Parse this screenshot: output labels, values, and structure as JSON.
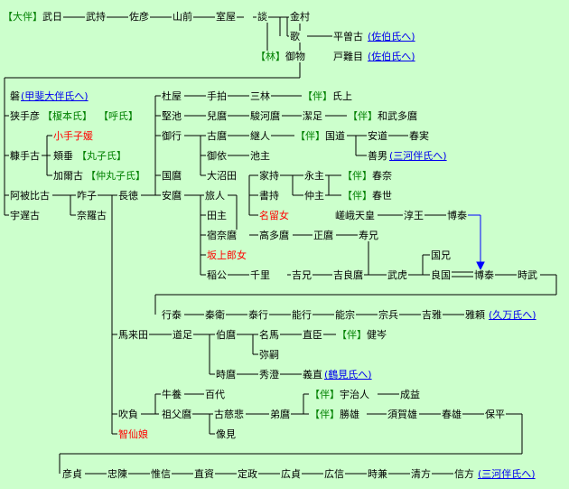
{
  "colors": {
    "background": "#ccffcc",
    "line": "#000000",
    "tag": "#008000",
    "female": "#ff0000",
    "link": "#0000ee",
    "adoption_arrow": "#0000ff"
  },
  "tags": {
    "otomo": "【大伴】",
    "ban": "【伴】",
    "hayashi": "【林】"
  },
  "nodes": {
    "takehi": "武日",
    "taketomo": "武持",
    "sahiko": "佐彦",
    "yamasaki": "山前",
    "muroya": "室屋",
    "dan": "談",
    "kanamura": "金村",
    "uta": "歌",
    "hirasoko": "平曽古",
    "saeki1": "(佐伯氏へ)",
    "mimono": "御物",
    "tomome": "戸難目",
    "saeki2": "(佐伯氏へ)",
    "iwa": "磐",
    "kai": "(甲斐大伴氏へ)",
    "sakateh": "狭手彦",
    "enomoto": "【榎本氏】",
    "yobi": "【呼氏】",
    "nukateko": "糠手古",
    "oteko": "小手子媛",
    "nukatare": "頬垂",
    "maruko": "【丸子氏】",
    "kamako": "加爾古",
    "nakamaruko": "【仲丸子氏】",
    "ahiko": "阿被比古",
    "sakuko": "咋子",
    "nagatoko": "長徳",
    "uchiko": "宇遅古",
    "narako": "奈羅古",
    "kuiya": "杜屋",
    "teshi": "手拍",
    "mihayashi": "三林",
    "ujikami": "氏上",
    "kenkai": "堅池",
    "koyamamaro": "兒麿",
    "surugamaro": "駿河麿",
    "kiyotari": "潔足",
    "watakemaro": "和武多麿",
    "miyuki": "御行",
    "komaro": "古麿",
    "tsuguhito": "継人",
    "kunimichi": "国道",
    "yasumichi": "安道",
    "harumi": "春実",
    "miyori": "御依",
    "ikenushi": "池主",
    "yoshio": "善男",
    "mikawa1": "(三河伴氏へ)",
    "kunimaro": "国麿",
    "onuta": "大沼田",
    "yakamochi": "家持",
    "nagamushi": "永主",
    "haruna": "春奈",
    "yasumaro": "安麿",
    "tabito": "旅人",
    "shonushi": "書持",
    "nakamushi": "仲主",
    "haruyo": "春世",
    "tanushi": "田主",
    "rurime": "名留女",
    "saga": "嵯峨天皇",
    "atsushi": "淳王",
    "hirotai": "博泰",
    "sukunamaro": "宿奈麿",
    "takatamaro": "高多麿",
    "masamaro": "正麿",
    "toshiko": "寿兄",
    "sakanoue": "坂上郎女",
    "kunie": "国兄",
    "inakimi": "稲公",
    "chinushi": "千里",
    "fune": "吉兄",
    "yoshiramaro": "吉良麿",
    "taketora": "武虎",
    "yoshikuni": "良国",
    "hiroyasu": "博泰",
    "tokitake": "時武",
    "yukiyasu": "行泰",
    "morihira": "秦衛",
    "yasuyuki": "泰行",
    "nokoh": "能行",
    "yoshimune": "能宗",
    "munenari": "宗兵",
    "yoshimasa": "吉雅",
    "masayori": "雅頼",
    "kumami": "(久万氏へ)",
    "makuta": "馬来田",
    "michitari": "道足",
    "hakumaro": "伯麿",
    "natetsugu": "名馬",
    "naoe": "直臣",
    "kenshin": "健岑",
    "yatsugu": "弥嗣",
    "tokimaro": "時麿",
    "hidesumi": "秀澄",
    "yoshinao": "義直",
    "tsurumi": "(鶴見氏へ)",
    "ushiyashi": "牛養",
    "momoyo": "百代",
    "ujiharu": "宇治人",
    "shigemasu": "成益",
    "fukei": "吹負",
    "sofumaro": "祖父麿",
    "kojihi": "古慈悲",
    "otomaro": "弟麿",
    "katsuo": "勝雄",
    "sugao": "須賀雄",
    "haruo": "春雄",
    "yasuhira": "保平",
    "chisenjo": "智仙娘",
    "zoken": "像見",
    "hikosada": "彦貞",
    "tadatsura": "忠陳",
    "korenobu": "惟信",
    "naosuke": "直資",
    "sadamasa": "定政",
    "hirosada": "広貞",
    "hironobu": "広信",
    "tokikane": "時兼",
    "kiyokata": "清方",
    "nobukata": "信方",
    "mikawa2": "(三河伴氏へ)"
  }
}
